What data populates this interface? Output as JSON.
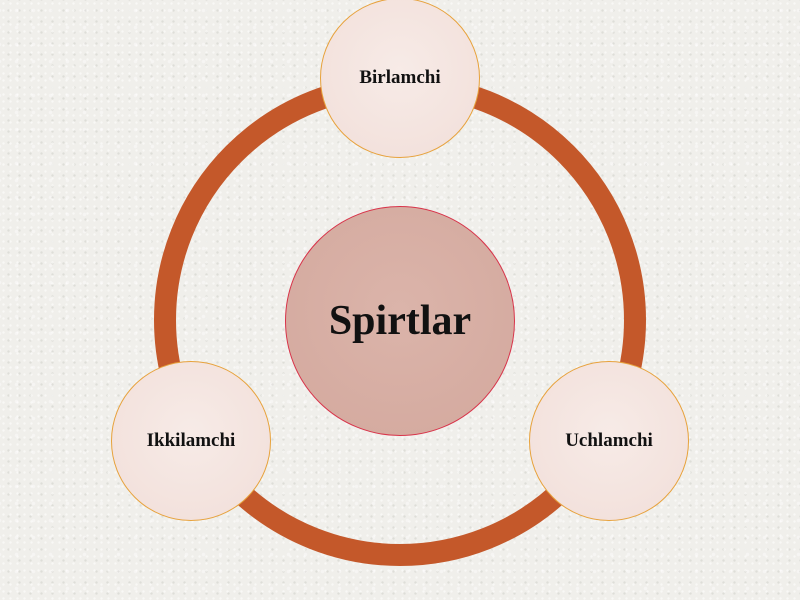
{
  "diagram": {
    "center": {
      "label": "Spirtlar"
    },
    "nodes": [
      {
        "id": "top",
        "label": "Birlamchi"
      },
      {
        "id": "left",
        "label": "Ikkilamchi"
      },
      {
        "id": "right",
        "label": "Uchlamchi"
      }
    ]
  },
  "colors": {
    "ring": "#c4582a",
    "center_fill": "#dbb4aa",
    "center_border": "#d8344a",
    "node_fill": "#f3e2dd",
    "node_border": "#e7a23c",
    "text": "#111111"
  }
}
